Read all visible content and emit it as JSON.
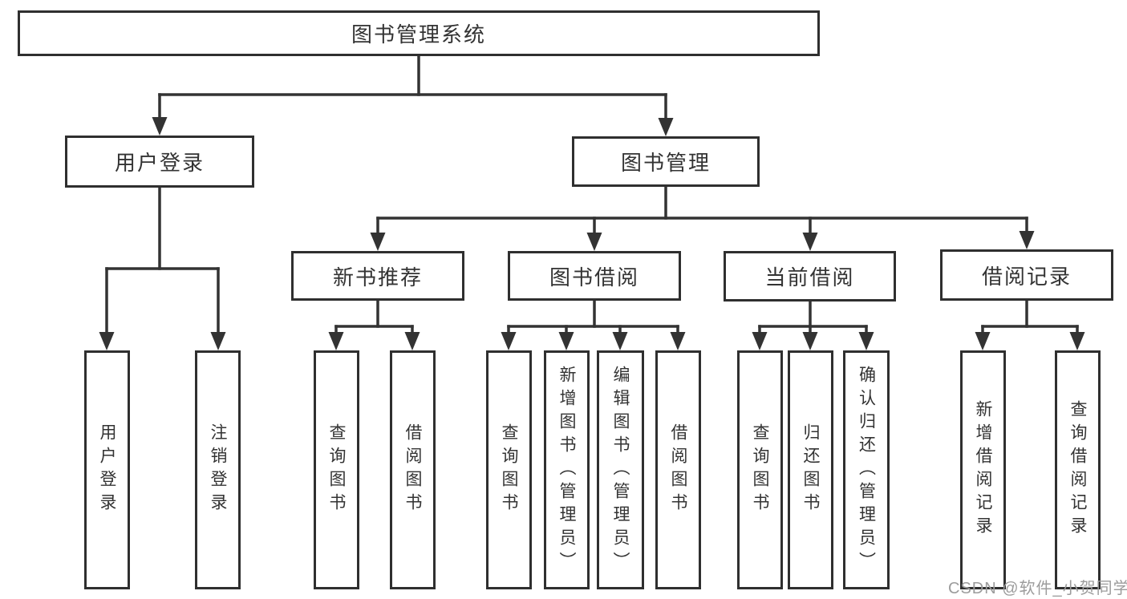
{
  "tree": {
    "label": "图书管理系统",
    "children": [
      {
        "label": "用户登录",
        "children": [
          {
            "label": "用户登录"
          },
          {
            "label": "注销登录"
          }
        ]
      },
      {
        "label": "图书管理",
        "children": [
          {
            "label": "新书推荐",
            "children": [
              {
                "label": "查询图书"
              },
              {
                "label": "借阅图书"
              }
            ]
          },
          {
            "label": "图书借阅",
            "children": [
              {
                "label": "查询图书"
              },
              {
                "label": "新增图书（管理员）"
              },
              {
                "label": "编辑图书（管理员）"
              },
              {
                "label": "借阅图书"
              }
            ]
          },
          {
            "label": "当前借阅",
            "children": [
              {
                "label": "查询图书"
              },
              {
                "label": "归还图书"
              },
              {
                "label": "确认归还（管理员）"
              }
            ]
          },
          {
            "label": "借阅记录",
            "children": [
              {
                "label": "新增借阅记录"
              },
              {
                "label": "查询借阅记录"
              }
            ]
          }
        ]
      }
    ]
  },
  "watermark": {
    "text": "CSDN @软件_小贺同学"
  },
  "colors": {
    "line": "#333333",
    "box_border": "#2f2f2f",
    "text": "#333333",
    "watermark": "#9c9c9c",
    "background": "#ffffff"
  }
}
